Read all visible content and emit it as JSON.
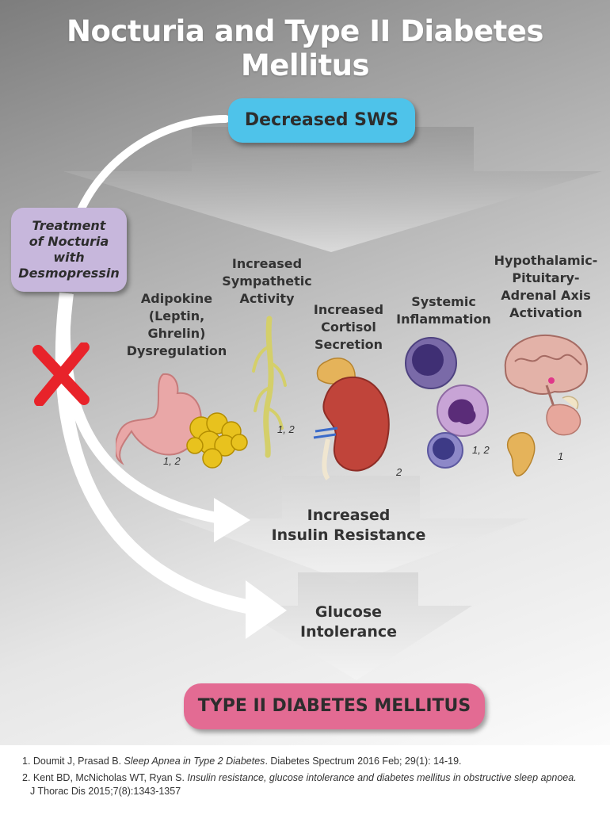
{
  "title": "Nocturia and Type II Diabetes Mellitus",
  "top_box": "Decreased SWS",
  "treatment": "Treatment\nof Nocturia\nwith\nDesmopressin",
  "mechanisms": [
    {
      "label": "Adipokine\n(Leptin,\nGhrelin)\nDysregulation",
      "refs": "1, 2"
    },
    {
      "label": "Increased\nSympathetic\nActivity",
      "refs": "1, 2"
    },
    {
      "label": "Increased\nCortisol\nSecretion",
      "refs": "2"
    },
    {
      "label": "Systemic\nInflammation",
      "refs": "1, 2"
    },
    {
      "label": "Hypothalamic-\nPituitary-\nAdrenal Axis\nActivation",
      "refs": "1"
    }
  ],
  "step1": "Increased\nInsulin Resistance",
  "step2": "Glucose\nIntolerance",
  "bottom_box": "TYPE II DIABETES MELLITUS",
  "references": [
    {
      "prefix": "1. Doumit J, Prasad B. ",
      "italic": "Sleep Apnea in Type 2 Diabetes",
      "suffix": ". Diabetes Spectrum 2016 Feb; 29(1): 14-19."
    },
    {
      "prefix": "2. Kent BD, McNicholas WT, Ryan S. ",
      "italic": "Insulin resistance, glucose intolerance and diabetes mellitus in obstructive sleep apnoea.",
      "suffix": "J Thorac Dis 2015;7(8):1343-1357"
    }
  ],
  "colors": {
    "top_box": "#4ec3ea",
    "bottom_box": "#e36b93",
    "treatment_box": "#c7b7dc",
    "cross": "#e8232a"
  }
}
